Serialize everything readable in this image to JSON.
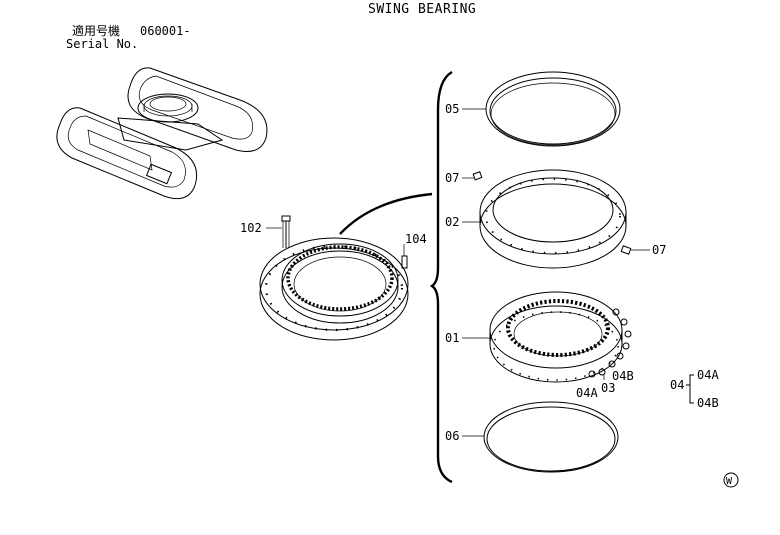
{
  "header": {
    "title": "SWING BEARING",
    "applicable_label": "適用号機",
    "serial_label": "Serial No.",
    "serial_value": "060001-"
  },
  "callouts": {
    "p05": "05",
    "p07_top": "07",
    "p02": "02",
    "p07_right": "07",
    "p01": "01",
    "p03": "03",
    "p04a": "04A",
    "p04b": "04B",
    "p06": "06",
    "p102": "102",
    "p104": "104"
  },
  "legend": {
    "parent": "04",
    "child_a": "04A",
    "child_b": "04B"
  },
  "watermark": "W"
}
